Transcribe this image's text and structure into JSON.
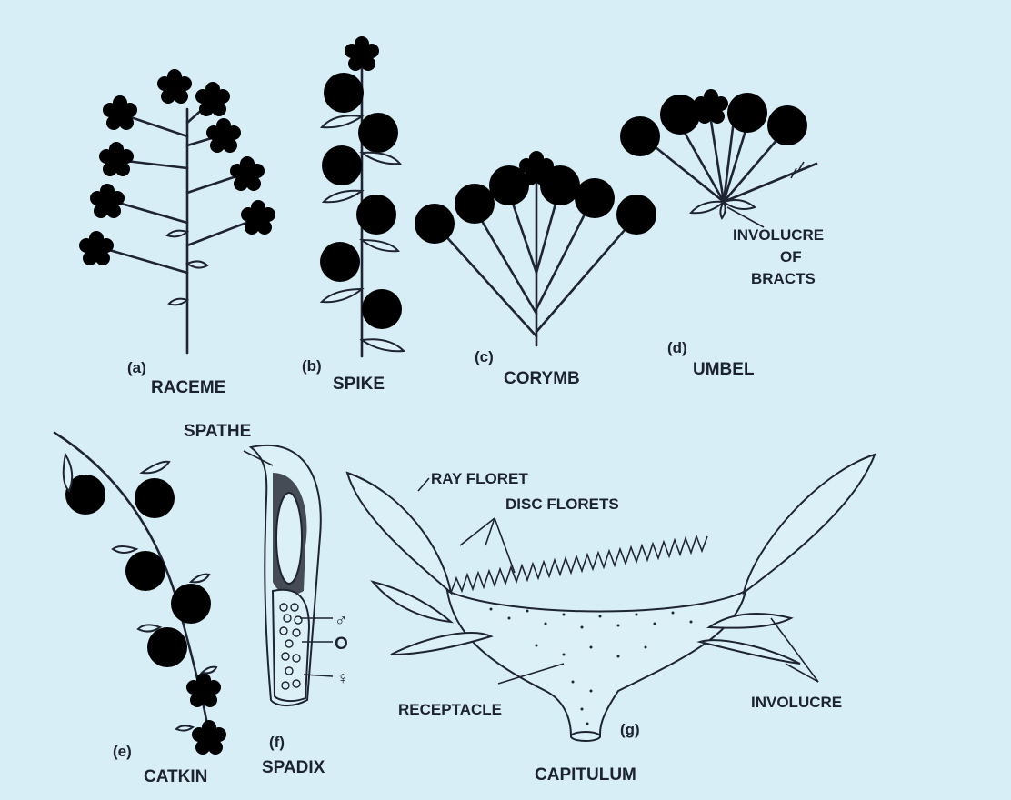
{
  "panels": [
    {
      "id": "raceme",
      "letter": "(a)",
      "label": "RACEME"
    },
    {
      "id": "spike",
      "letter": "(b)",
      "label": "SPIKE"
    },
    {
      "id": "corymb",
      "letter": "(c)",
      "label": "CORYMB"
    },
    {
      "id": "umbel",
      "letter": "(d)",
      "label": "UMBEL"
    },
    {
      "id": "catkin",
      "letter": "(e)",
      "label": "CATKIN"
    },
    {
      "id": "spadix",
      "letter": "(f)",
      "label": "SPADIX"
    },
    {
      "id": "capitulum",
      "letter": "(g)",
      "label": "CAPITULUM"
    }
  ],
  "annotations": {
    "involucre_of_bracts": [
      "INVOLUCRE",
      "OF",
      "BRACTS"
    ],
    "spathe": "SPATHE",
    "male": "♂",
    "neuter": "O",
    "female": "♀",
    "ray_floret": "RAY FLORET",
    "disc_florets": "DISC FLORETS",
    "receptacle": "RECEPTACLE",
    "involucre": "INVOLUCRE"
  },
  "colors": {
    "paper": "#d8eef7",
    "ink": "#1e2432"
  }
}
